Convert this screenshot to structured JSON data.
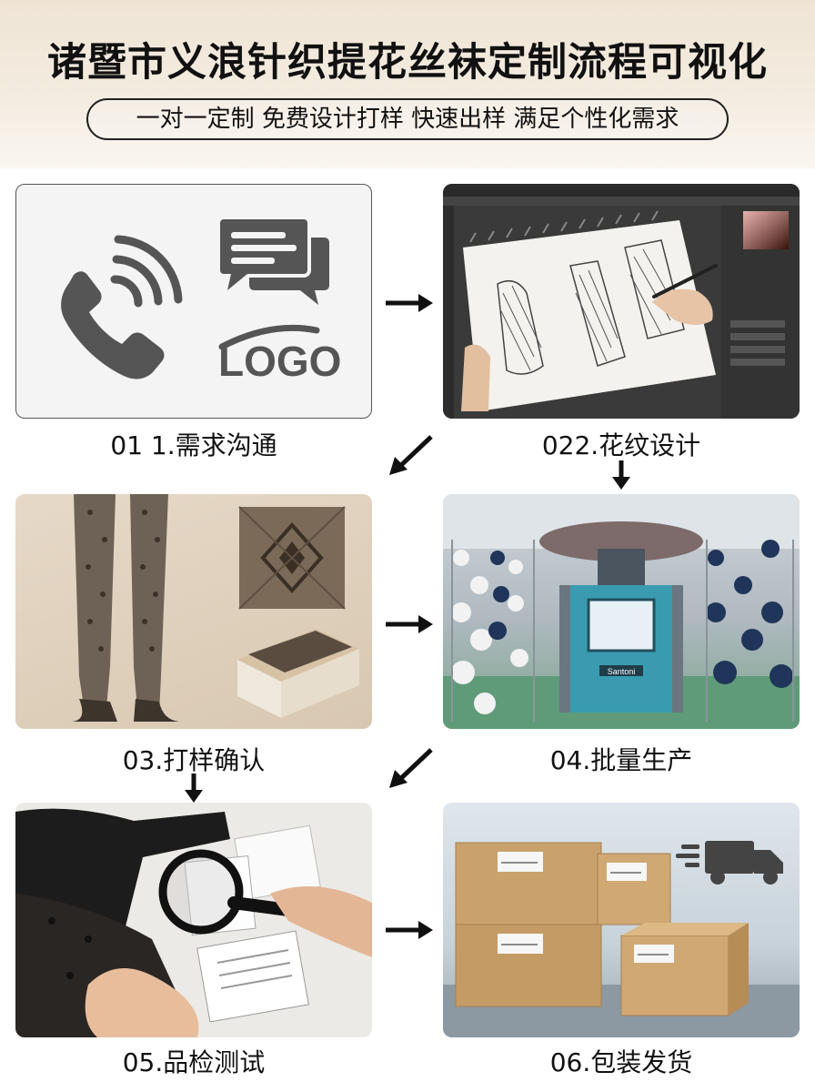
{
  "header": {
    "title": "诸暨市义浪针织提花丝袜定制流程可视化",
    "subtitle": "一对一定制 免费设计打样 快速出样 满足个性化需求"
  },
  "steps": [
    {
      "label": "01 1.需求沟通",
      "icons": [
        "phone-icon",
        "chat-bubbles-icon",
        "logo-mark"
      ],
      "logo_text": "LOGO"
    },
    {
      "label": "022.花纹设计"
    },
    {
      "label": "03.打样确认"
    },
    {
      "label": "04.批量生产",
      "machine_label": "Santoni"
    },
    {
      "label": "05.品检测试"
    },
    {
      "label": "06.包装发货",
      "icons": [
        "delivery-truck-icon"
      ]
    }
  ],
  "colors": {
    "icon_gray": "#555555",
    "caption_text": "#111111",
    "header_bg": "#efe4d4"
  }
}
